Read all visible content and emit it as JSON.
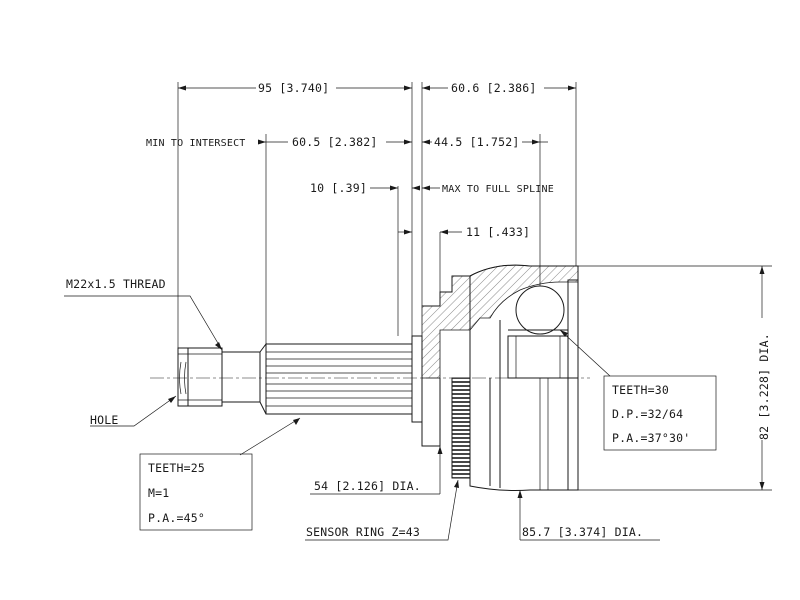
{
  "dimensions": {
    "d95": "95 [3.740]",
    "d60_6": "60.6 [2.386]",
    "min_to_intersect": "MIN TO INTERSECT",
    "d60_5": "60.5 [2.382]",
    "d44_5": "44.5 [1.752]",
    "d10": "10 [.39]",
    "max_to_full_spline": "MAX TO FULL SPLINE",
    "d11": "11 [.433]",
    "d54": "54 [2.126] DIA.",
    "d85_7": "85.7 [3.374] DIA.",
    "d82": "82 [3.228] DIA."
  },
  "callouts": {
    "thread": "M22x1.5 THREAD",
    "hole": "HOLE",
    "sensor_ring": "SENSOR RING Z=43"
  },
  "spline_outer": {
    "teeth": "TEETH=25",
    "module": "M=1",
    "pressure_angle": "P.A.=45°"
  },
  "spline_inner": {
    "teeth": "TEETH=30",
    "dp": "D.P.=32/64",
    "pressure_angle": "P.A.=37°30'"
  }
}
